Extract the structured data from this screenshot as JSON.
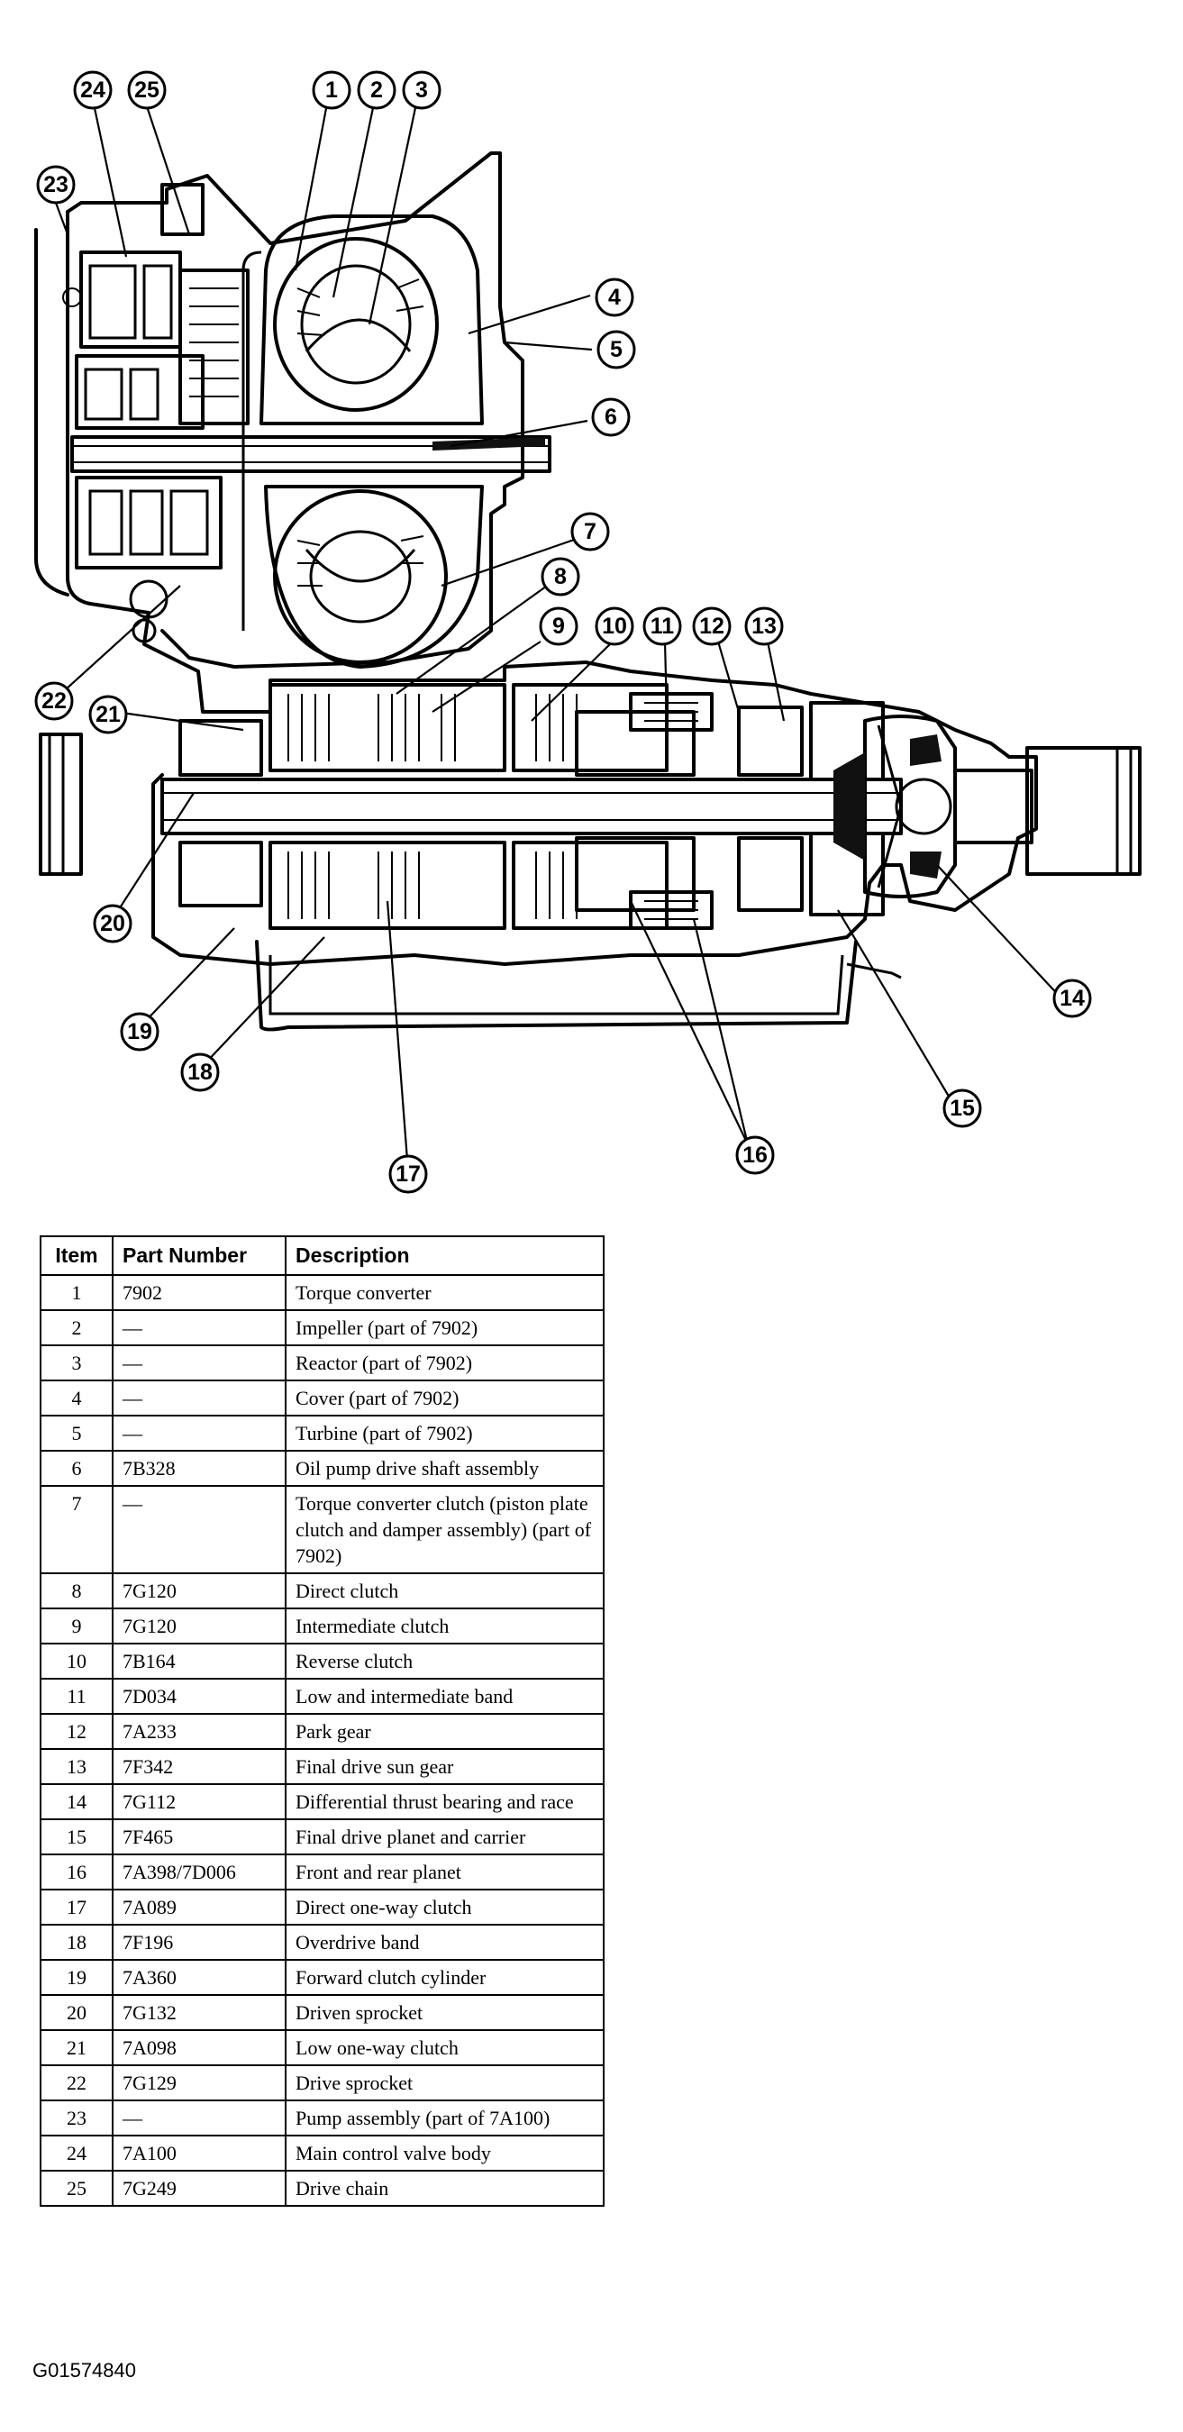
{
  "table": {
    "headers": {
      "item": "Item",
      "part_number": "Part Number",
      "description": "Description"
    },
    "rows": [
      {
        "item": "1",
        "part_number": "7902",
        "description": "Torque converter"
      },
      {
        "item": "2",
        "part_number": "—",
        "description": "Impeller (part of 7902)"
      },
      {
        "item": "3",
        "part_number": "—",
        "description": "Reactor (part of 7902)"
      },
      {
        "item": "4",
        "part_number": "—",
        "description": "Cover (part of 7902)"
      },
      {
        "item": "5",
        "part_number": "—",
        "description": "Turbine (part of 7902)"
      },
      {
        "item": "6",
        "part_number": "7B328",
        "description": "Oil pump drive shaft assembly"
      },
      {
        "item": "7",
        "part_number": "—",
        "description": "Torque converter clutch (piston plate clutch and damper assembly) (part of 7902)"
      },
      {
        "item": "8",
        "part_number": "7G120",
        "description": "Direct clutch"
      },
      {
        "item": "9",
        "part_number": "7G120",
        "description": "Intermediate clutch"
      },
      {
        "item": "10",
        "part_number": "7B164",
        "description": "Reverse clutch"
      },
      {
        "item": "11",
        "part_number": "7D034",
        "description": "Low and intermediate band"
      },
      {
        "item": "12",
        "part_number": "7A233",
        "description": "Park gear"
      },
      {
        "item": "13",
        "part_number": "7F342",
        "description": "Final drive sun gear"
      },
      {
        "item": "14",
        "part_number": "7G112",
        "description": "Differential thrust bearing and race"
      },
      {
        "item": "15",
        "part_number": "7F465",
        "description": "Final drive planet and carrier"
      },
      {
        "item": "16",
        "part_number": "7A398/7D006",
        "description": "Front and rear planet"
      },
      {
        "item": "17",
        "part_number": "7A089",
        "description": "Direct one-way clutch"
      },
      {
        "item": "18",
        "part_number": "7F196",
        "description": "Overdrive band"
      },
      {
        "item": "19",
        "part_number": "7A360",
        "description": "Forward clutch cylinder"
      },
      {
        "item": "20",
        "part_number": "7G132",
        "description": "Driven sprocket"
      },
      {
        "item": "21",
        "part_number": "7A098",
        "description": "Low one-way clutch"
      },
      {
        "item": "22",
        "part_number": "7G129",
        "description": "Drive sprocket"
      },
      {
        "item": "23",
        "part_number": "—",
        "description": "Pump assembly (part of 7A100)"
      },
      {
        "item": "24",
        "part_number": "7A100",
        "description": "Main control valve body"
      },
      {
        "item": "25",
        "part_number": "7G249",
        "description": "Drive chain"
      }
    ]
  },
  "callouts": [
    "1",
    "2",
    "3",
    "4",
    "5",
    "6",
    "7",
    "8",
    "9",
    "10",
    "11",
    "12",
    "13",
    "14",
    "15",
    "16",
    "17",
    "18",
    "19",
    "20",
    "21",
    "22",
    "23",
    "24",
    "25"
  ],
  "figure_id": "G01574840"
}
